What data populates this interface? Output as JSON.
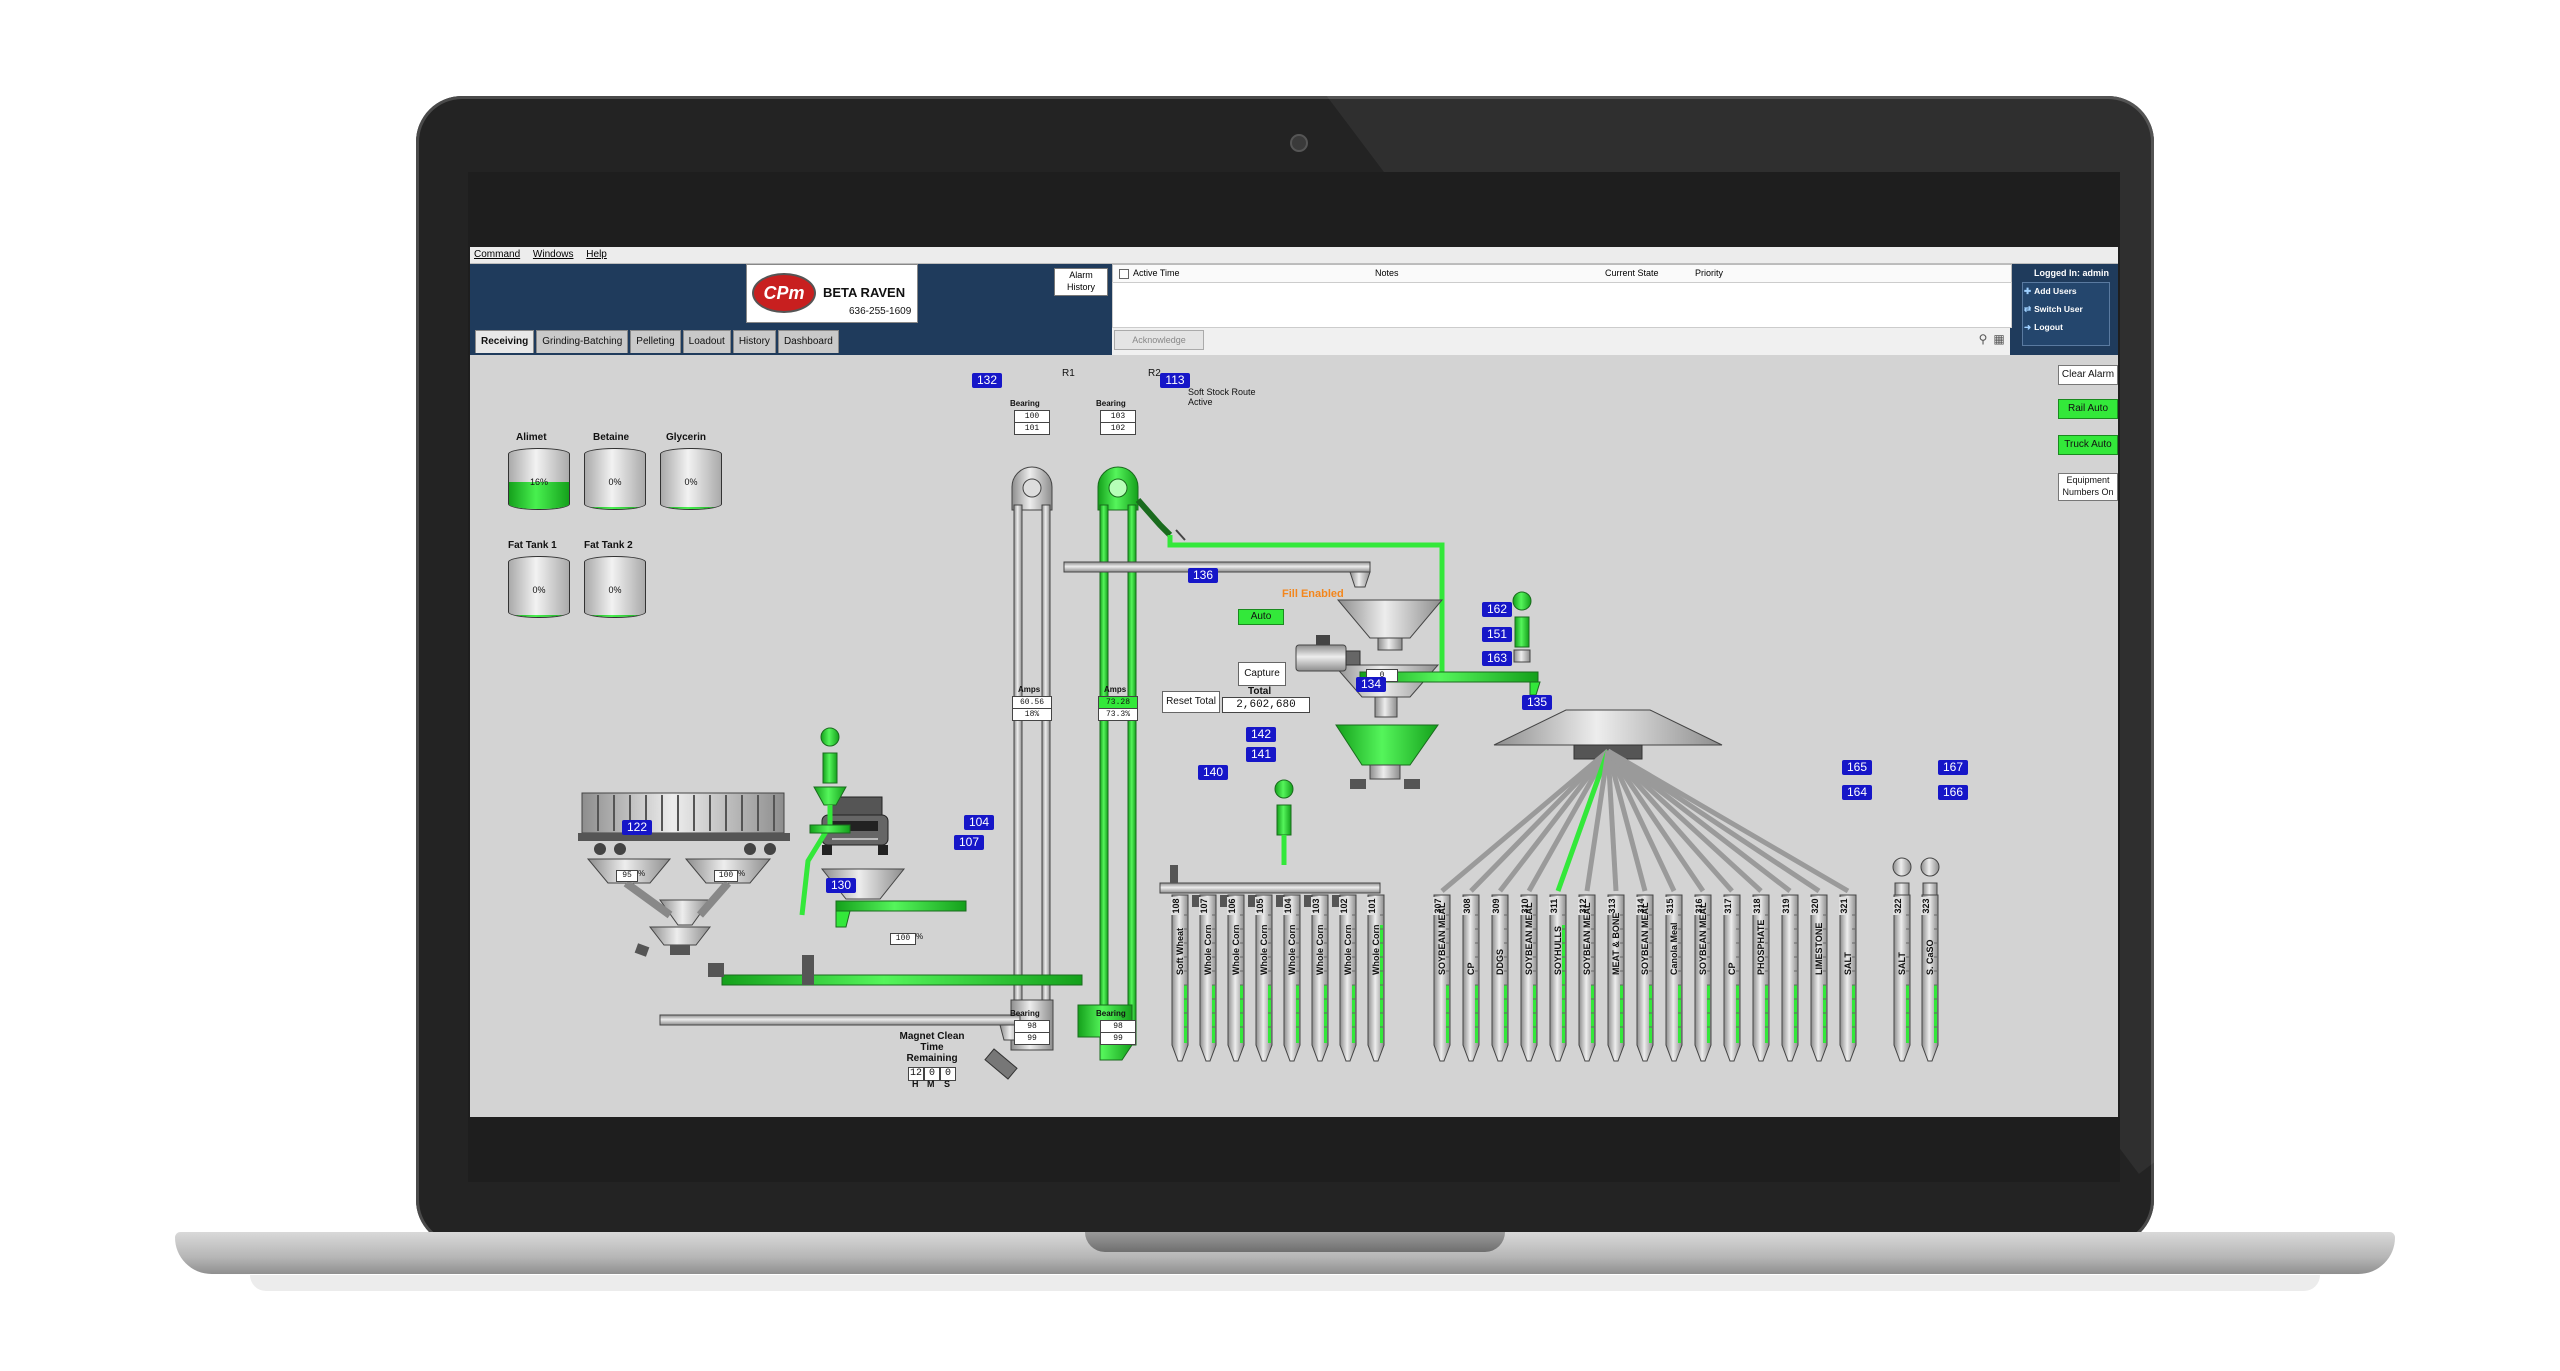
{
  "menu": [
    "Command",
    "Windows",
    "Help"
  ],
  "logo": {
    "mark": "CPm",
    "name": "BETA RAVEN",
    "phone": "636-255-1609"
  },
  "alarm_history_label": "Alarm History",
  "tabs": [
    {
      "label": "Receiving",
      "active": true
    },
    {
      "label": "Grinding-Batching",
      "active": false
    },
    {
      "label": "Pelleting",
      "active": false
    },
    {
      "label": "Loadout",
      "active": false
    },
    {
      "label": "History",
      "active": false
    },
    {
      "label": "Dashboard",
      "active": false
    }
  ],
  "alarm_columns": {
    "active_time": "Active Time",
    "notes": "Notes",
    "current_state": "Current State",
    "priority": "Priority"
  },
  "acknowledge_label": "Acknowledge",
  "login": {
    "title": "Logged In: admin",
    "items": [
      "Add Users",
      "Switch User",
      "Logout"
    ]
  },
  "side_buttons": {
    "clear_alarm": "Clear Alarm",
    "rail_auto": "Rail Auto",
    "truck_auto": "Truck Auto",
    "equipment_numbers": "Equipment Numbers On"
  },
  "tanks": [
    {
      "name": "Alimet",
      "value": "16%",
      "level": 0.45
    },
    {
      "name": "Betaine",
      "value": "0%",
      "level": 0.03
    },
    {
      "name": "Glycerin",
      "value": "0%",
      "level": 0.03
    },
    {
      "name": "Fat Tank 1",
      "value": "0%",
      "level": 0.03
    },
    {
      "name": "Fat Tank 2",
      "value": "0%",
      "level": 0.03
    }
  ],
  "elevators": {
    "r1": {
      "label": "R1",
      "tag": "132",
      "bearing_label": "Bearing",
      "bearing_top": [
        "100",
        "101"
      ],
      "amps_label": "Amps",
      "amps": "60.56",
      "amps_pct": "18%",
      "bearing_bottom": [
        "98",
        "99"
      ]
    },
    "r2": {
      "label": "R2",
      "tag": "113",
      "bearing_label": "Bearing",
      "bearing_top": [
        "103",
        "102"
      ],
      "amps_label": "Amps",
      "amps": "73.28",
      "amps_pct": "73.3%",
      "bearing_bottom": [
        "98",
        "99"
      ]
    }
  },
  "soft_stock": "Soft Stock Route Active",
  "conveyor_tags": {
    "c136": "136",
    "c134": "134",
    "c135": "135",
    "c162": "162",
    "c151": "151",
    "c163": "163",
    "c142": "142",
    "c141": "141",
    "c140": "140",
    "c104": "104",
    "c107": "107",
    "c122": "122",
    "c130": "130",
    "c165": "165",
    "c167": "167",
    "c164": "164",
    "c166": "166"
  },
  "scale": {
    "fill_enabled": "Fill Enabled",
    "auto": "Auto",
    "scale_reading": "0",
    "capture": "Capture",
    "total_label": "Total",
    "total": "2,602,680",
    "reset_total": "Reset Total"
  },
  "pit": {
    "rail_pct1": "95",
    "rail_pct2": "100",
    "pct_unit": "%",
    "truck_pct": "100"
  },
  "magnet": {
    "label": "Magnet Clean Time Remaining",
    "h": "12",
    "m": "0",
    "s": "0",
    "h_label": "H",
    "m_label": "M",
    "s_label": "S"
  },
  "bins_left": [
    {
      "num": "108",
      "name": "Soft Wheat"
    },
    {
      "num": "107",
      "name": "Whole Corn"
    },
    {
      "num": "106",
      "name": "Whole Corn"
    },
    {
      "num": "105",
      "name": "Whole Corn"
    },
    {
      "num": "104",
      "name": "Whole Corn"
    },
    {
      "num": "103",
      "name": "Whole Corn"
    },
    {
      "num": "102",
      "name": "Whole Corn"
    },
    {
      "num": "101",
      "name": "Whole Corn"
    }
  ],
  "bins_right": [
    {
      "num": "307",
      "name": "SOYBEAN MEAL"
    },
    {
      "num": "308",
      "name": "CP"
    },
    {
      "num": "309",
      "name": "DDGS"
    },
    {
      "num": "310",
      "name": "SOYBEAN MEAL"
    },
    {
      "num": "311",
      "name": "SOYHULLS"
    },
    {
      "num": "312",
      "name": "SOYBEAN MEAL"
    },
    {
      "num": "313",
      "name": "MEAT & BONE"
    },
    {
      "num": "314",
      "name": "SOYBEAN MEAL"
    },
    {
      "num": "315",
      "name": "Canola Meal"
    },
    {
      "num": "316",
      "name": "SOYBEAN MEAL"
    },
    {
      "num": "317",
      "name": "CP"
    },
    {
      "num": "318",
      "name": "PHOSPHATE"
    },
    {
      "num": "319",
      "name": ""
    },
    {
      "num": "320",
      "name": "LIMESTONE"
    },
    {
      "num": "321",
      "name": "SALT"
    }
  ],
  "bins_salt": [
    {
      "num": "322",
      "name": "SALT"
    },
    {
      "num": "323",
      "name": "S. CaSO"
    }
  ],
  "colors": {
    "active_green": "#33e83a",
    "tag_blue": "#1616c8",
    "header_blue": "#1f3b5c",
    "steel": "#b9b9b9"
  }
}
